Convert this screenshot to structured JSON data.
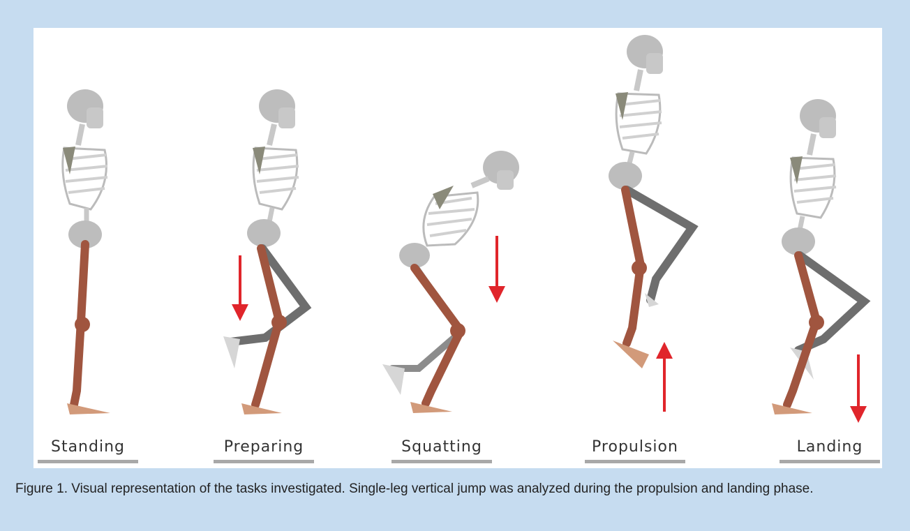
{
  "phases": [
    {
      "id": "standing",
      "label": "Standing",
      "arrow": "none"
    },
    {
      "id": "preparing",
      "label": "Preparing",
      "arrow": "down"
    },
    {
      "id": "squatting",
      "label": "Squatting",
      "arrow": "down"
    },
    {
      "id": "propulsion",
      "label": "Propulsion",
      "arrow": "up"
    },
    {
      "id": "landing",
      "label": "Landing",
      "arrow": "down"
    }
  ],
  "caption": "Figure 1.  Visual representation of the tasks investigated. Single-leg vertical jump was analyzed during the propulsion and landing phase.",
  "colors": {
    "background": "#c6dcf0",
    "panel": "#ffffff",
    "bone": "#c8c8c8",
    "stance_leg": "#a0553f",
    "swing_leg": "#6e6e6e",
    "arrow": "#e0252b",
    "label_bar": "#a8a8a8"
  }
}
